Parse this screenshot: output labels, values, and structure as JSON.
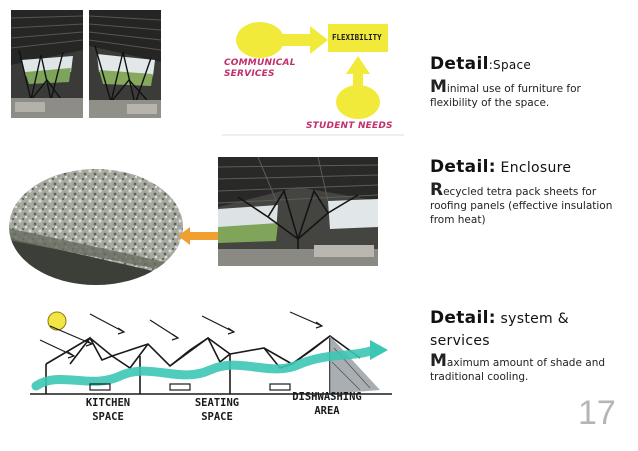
{
  "page_number": "17",
  "diagram1": {
    "left_label": "COMMUNICAL SERVICES",
    "top_label": "FLEXIBILITY",
    "bottom_label": "STUDENT NEEDS"
  },
  "details": [
    {
      "heading": "Detail",
      "heading_sub": ":Space",
      "body_cap": "M",
      "body": "inimal use of furniture for flexibility of the space."
    },
    {
      "heading": "Detail:",
      "heading_sub": " Enclosure",
      "body_cap": "R",
      "body": "ecycled tetra pack sheets for roofing panels (effective insulation from heat)"
    },
    {
      "heading": "Detail:",
      "heading_sub": " system & services",
      "body_cap": "M",
      "body": "aximum amount of shade and traditional cooling."
    }
  ],
  "sketch": {
    "labels": [
      "KITCHEN SPACE",
      "SEATING SPACE",
      "DISHWASHING AREA"
    ]
  },
  "colors": {
    "diagram_yellow": "#f2ea3a",
    "label_pink": "#c0306a",
    "airflow_teal": "#3cc7b4",
    "arrow_orange": "#f0a030"
  }
}
